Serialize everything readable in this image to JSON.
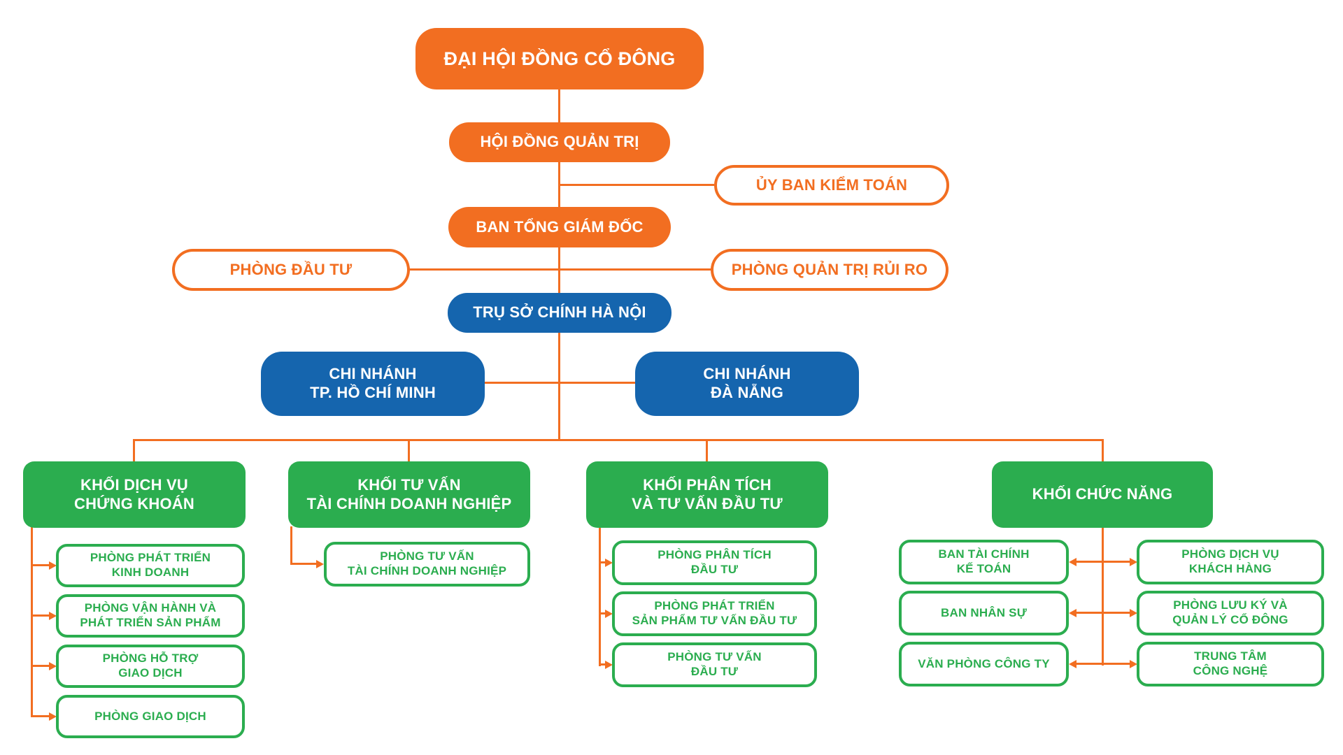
{
  "colors": {
    "orange": "#F26E21",
    "blue": "#1565AE",
    "green": "#2BAD4F",
    "connector": "#F26E21"
  },
  "org": {
    "shareholders_meeting": "ĐẠI HỘI ĐỒNG CỔ ĐÔNG",
    "board_of_directors": "HỘI ĐỒNG QUẢN TRỊ",
    "audit_committee": "ỦY BAN KIỂM TOÁN",
    "general_directors_board": "BAN TỔNG GIÁM ĐỐC",
    "investment_department": "PHÒNG ĐẦU TƯ",
    "risk_management_department": "PHÒNG QUẢN TRỊ RỦI RO",
    "head_office": "TRỤ SỞ CHÍNH HÀ NỘI",
    "branch_hcmc": "CHI NHÁNH\nTP. HỒ CHÍ MINH",
    "branch_danang": "CHI NHÁNH\nĐÀ NẴNG"
  },
  "divisions": [
    {
      "title": "KHỐI DỊCH VỤ\nCHỨNG KHOÁN",
      "children": [
        "PHÒNG PHÁT TRIỂN\nKINH DOANH",
        "PHÒNG VẬN HÀNH VÀ\nPHÁT TRIỂN SẢN PHẨM",
        "PHÒNG HỖ TRỢ\nGIAO DỊCH",
        "PHÒNG GIAO DỊCH"
      ]
    },
    {
      "title": "KHỐI TƯ VẤN\nTÀI CHÍNH DOANH NGHIỆP",
      "children": [
        "PHÒNG TƯ VẤN\nTÀI CHÍNH DOANH NGHIỆP"
      ]
    },
    {
      "title": "KHỐI PHÂN TÍCH\nVÀ TƯ VẤN ĐẦU TƯ",
      "children": [
        "PHÒNG PHÂN TÍCH\nĐẦU TƯ",
        "PHÒNG PHÁT TRIỂN\nSẢN PHẨM TƯ VẤN ĐẦU TƯ",
        "PHÒNG TƯ VẤN\nĐẦU TƯ"
      ]
    },
    {
      "title": "KHỐI CHỨC NĂNG",
      "children_left": [
        "BAN TÀI CHÍNH\nKẾ TOÁN",
        "BAN NHÂN SỰ",
        "VĂN PHÒNG CÔNG TY"
      ],
      "children_right": [
        "PHÒNG DỊCH VỤ\nKHÁCH HÀNG",
        "PHÒNG LƯU KÝ VÀ\nQUẢN LÝ CỔ ĐÔNG",
        "TRUNG TÂM\nCÔNG NGHỆ"
      ]
    }
  ]
}
